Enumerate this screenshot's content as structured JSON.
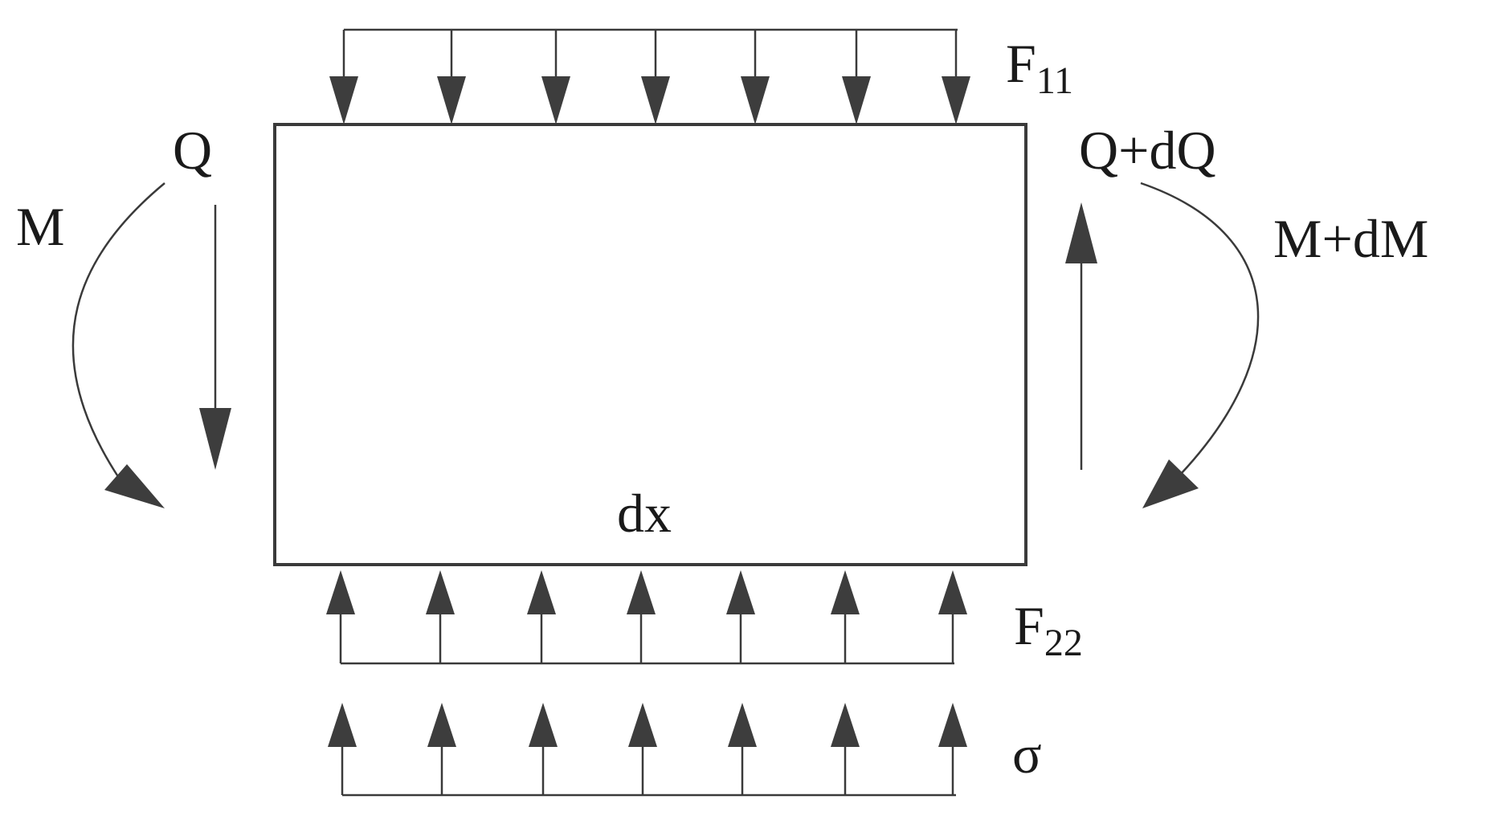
{
  "labels": {
    "top_load": {
      "main": "F",
      "sub": "11"
    },
    "bottom_load": {
      "main": "F",
      "sub": "22"
    },
    "stress": "σ",
    "shear_left": "Q",
    "shear_right": "Q+dQ",
    "moment_left": "M",
    "moment_right": "M+dM",
    "element_length": "dx"
  },
  "colors": {
    "line": "#3a3a3a",
    "arrowhead": "#3d3d3d",
    "text": "#1a1a1a",
    "background": "#ffffff"
  }
}
